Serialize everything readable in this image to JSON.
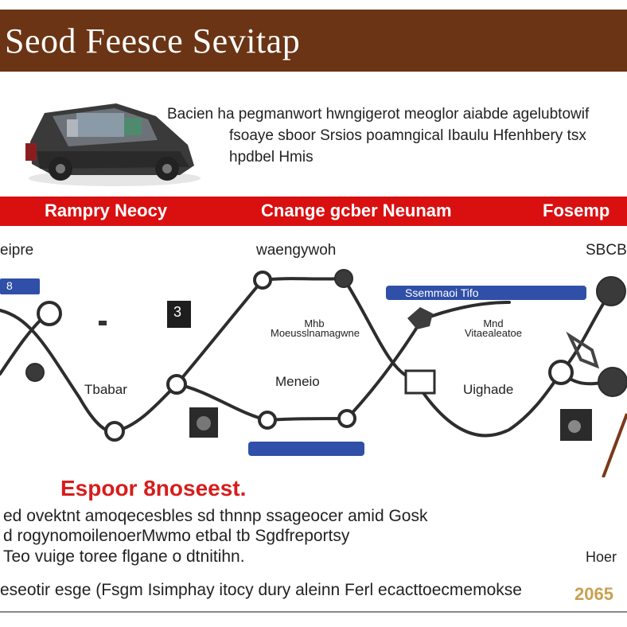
{
  "title": "Seod Feesce Sevitap",
  "intro": {
    "line1": "Bacien  ha  pegmanwort  hwngigerot  meoglor  aiabde  agelubtowif",
    "line2": "fsoaye  sboor  Srsios  poamngical  Ibaulu  Hfenhbery  tsx",
    "line3": "hpdbel  Hmis"
  },
  "band": {
    "left": "Rampry Neocy",
    "center": "Cnange gcber Neunam",
    "right": "Fosemp"
  },
  "stages": {
    "left_top": "eipre",
    "center_top": "waengywoh",
    "right_top": "SBCBE",
    "left_mid": "Tbabar",
    "center_mid": "Meneio",
    "right_mid": "Uighade"
  },
  "small_labels": {
    "center_a": "Mhb",
    "center_b": "Moeusslnamagwne",
    "right_a": "Mnd",
    "right_b": "Vitaealeatoe"
  },
  "bars": {
    "top_left_badge": "8",
    "mid_right_label": "Ssemmaoi Tifo",
    "bottom_center_label": ""
  },
  "icons": {
    "left_box_glyph": "3"
  },
  "section": {
    "title": "Espoor 8noseest.",
    "line1": "ed  ovektnt  amoqecesbles  sd  thnnp  ssageocer  amid  Gosk",
    "line2": "d  rogynomoilenoerMwmo  etbal  tb  Sgdfreportsy",
    "line3": "Teo  vuige  toree  flgane  o  dtnitihn."
  },
  "footer": {
    "line": "eseotir  esge  (Fsgm  Isimphay  itocy  dury  aleinn  Ferl  ecacttoecmemokse",
    "year": "2065",
    "right_label": "Hoer"
  },
  "colors": {
    "title_bar": "#6b3414",
    "red_band": "#d90f10",
    "blue_bar": "#2f4fa8",
    "section_title": "#d81c1c",
    "year": "#c9a050"
  }
}
